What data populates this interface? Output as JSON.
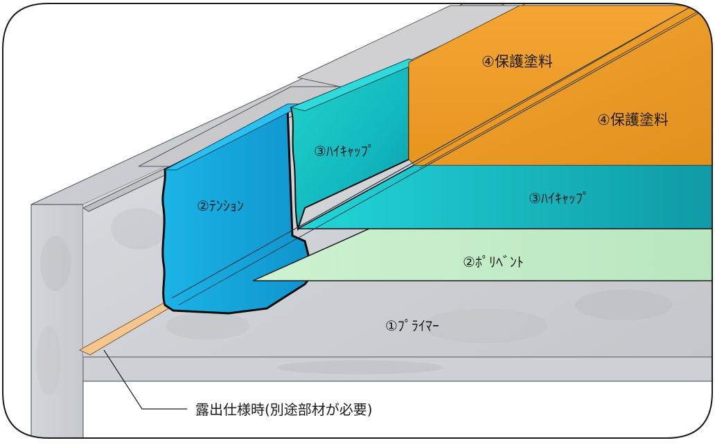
{
  "labels": {
    "protective_coat_upper": "④保護塗料",
    "protective_coat_right": "④保護塗料",
    "hicap_vertical": "③ﾊｲｷｬｯﾌﾟ",
    "hicap_horizontal": "③ﾊｲｷｬｯﾌﾟ",
    "tension_sheet": "②ﾃﾝｼｮﾝ",
    "polyvent_sheet": "②ﾎﾟﾘﾍﾞﾝﾄ",
    "primer": "①ﾌﾟﾗｲﾏｰ",
    "exposed_spec_note": "露出仕様時(別途部材が必要)"
  },
  "colors": {
    "protective_coat": "#f2a02f",
    "hicap": "#1ec8cf",
    "tension": "#16a6e0",
    "polyvent": "#c8f0c8",
    "concrete": "#d4d7db",
    "metal_flashing": "#d6d6d8",
    "exposed_strip": "#f7c68f"
  }
}
